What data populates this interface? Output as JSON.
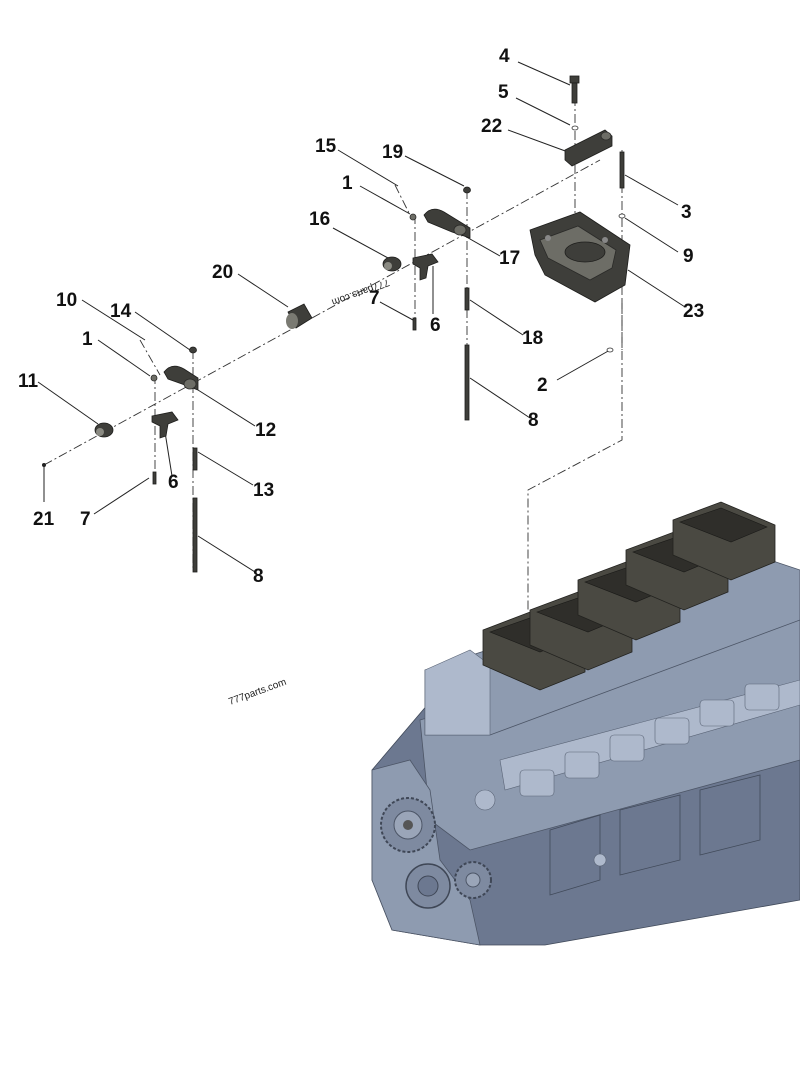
{
  "diagram": {
    "callouts": [
      {
        "id": "c4",
        "text": "4"
      },
      {
        "id": "c5",
        "text": "5"
      },
      {
        "id": "c22",
        "text": "22"
      },
      {
        "id": "c15",
        "text": "15"
      },
      {
        "id": "c19",
        "text": "19"
      },
      {
        "id": "c1a",
        "text": "1"
      },
      {
        "id": "c3",
        "text": "3"
      },
      {
        "id": "c16",
        "text": "16"
      },
      {
        "id": "c9",
        "text": "9"
      },
      {
        "id": "c17",
        "text": "17"
      },
      {
        "id": "c20",
        "text": "20"
      },
      {
        "id": "c7a",
        "text": "7"
      },
      {
        "id": "c6a",
        "text": "6"
      },
      {
        "id": "c23",
        "text": "23"
      },
      {
        "id": "c10",
        "text": "10"
      },
      {
        "id": "c14",
        "text": "14"
      },
      {
        "id": "c18",
        "text": "18"
      },
      {
        "id": "c1b",
        "text": "1"
      },
      {
        "id": "c2",
        "text": "2"
      },
      {
        "id": "c11",
        "text": "11"
      },
      {
        "id": "c8a",
        "text": "8"
      },
      {
        "id": "c12",
        "text": "12"
      },
      {
        "id": "c6b",
        "text": "6"
      },
      {
        "id": "c13",
        "text": "13"
      },
      {
        "id": "c21",
        "text": "21"
      },
      {
        "id": "c7b",
        "text": "7"
      },
      {
        "id": "c8b",
        "text": "8"
      }
    ],
    "watermarks": [
      "777parts.com",
      "777parts.com"
    ]
  }
}
